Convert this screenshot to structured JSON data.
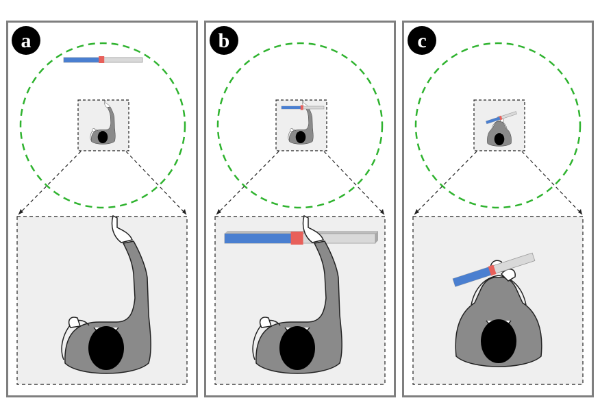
{
  "panels": [
    {
      "label": "a",
      "bar_progress": 0.48,
      "bar_position": "far",
      "bar_held": false
    },
    {
      "label": "b",
      "bar_progress": 0.48,
      "bar_position": "at-fingertip",
      "bar_held": false
    },
    {
      "label": "c",
      "bar_progress": 0.48,
      "bar_position": "in-hands",
      "bar_held": true
    }
  ],
  "colors": {
    "frame": "#7f7f7f",
    "circle": "#2fb32f",
    "bar_fill": "#4a7fd0",
    "bar_handle": "#e8605a",
    "bar_track": "#d9d9d9",
    "zoom_bg": "#efefef",
    "person_body": "#8a8a8a",
    "person_head": "#000000"
  }
}
